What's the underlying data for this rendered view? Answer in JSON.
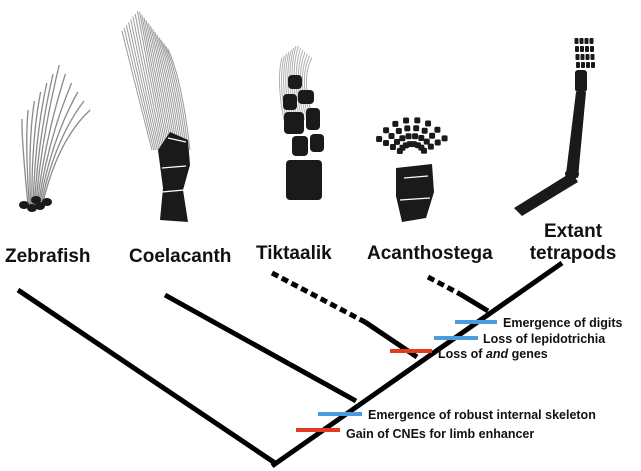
{
  "colors": {
    "line": "#000000",
    "blue_mark": "#4a9be0",
    "red_mark": "#e23b1f",
    "fin_ray": "#8a8a8a",
    "bone": "#1a1a1a"
  },
  "taxa": [
    {
      "id": "zebrafish",
      "lines": [
        "Zebrafish"
      ],
      "icon": "zebrafish-fin-icon",
      "extinct": false
    },
    {
      "id": "coelacanth",
      "lines": [
        "Coelacanth"
      ],
      "icon": "coelacanth-fin-icon",
      "extinct": false
    },
    {
      "id": "tiktaalik",
      "lines": [
        "Tiktaalik"
      ],
      "icon": "tiktaalik-fin-icon",
      "extinct": true
    },
    {
      "id": "acanthostega",
      "lines": [
        "Acanthostega"
      ],
      "icon": "acanthostega-limb-icon",
      "extinct": true
    },
    {
      "id": "extant-tetrapods",
      "lines": [
        "Extant",
        "tetrapods"
      ],
      "icon": "tetrapod-limb-icon",
      "extinct": false
    }
  ],
  "events": [
    {
      "id": "emergence-of-digits",
      "marker": "blue",
      "parts": [
        {
          "t": "Emergence of digits",
          "i": false
        }
      ]
    },
    {
      "id": "loss-of-lepidotrichia",
      "marker": "blue",
      "parts": [
        {
          "t": "Loss of lepidotrichia",
          "i": false
        }
      ]
    },
    {
      "id": "loss-of-and-genes",
      "marker": "red",
      "parts": [
        {
          "t": "Loss of ",
          "i": false
        },
        {
          "t": "and",
          "i": true
        },
        {
          "t": " genes",
          "i": false
        }
      ]
    },
    {
      "id": "emergence-of-robust-internal-skeleton",
      "marker": "blue",
      "parts": [
        {
          "t": "Emergence of robust internal skeleton",
          "i": false
        }
      ]
    },
    {
      "id": "gain-of-cnes-for-limb-enhancer",
      "marker": "red",
      "parts": [
        {
          "t": "Gain of CNEs for limb enhancer",
          "i": false
        }
      ]
    }
  ]
}
